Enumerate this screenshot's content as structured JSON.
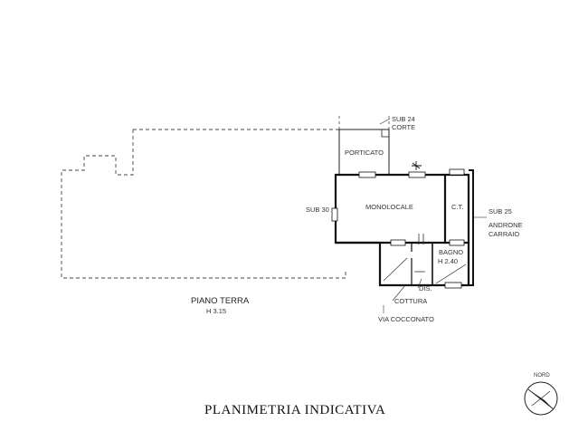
{
  "labels": {
    "sub24": "SUB 24",
    "corte": "CORTE",
    "porticato": "PORTICATO",
    "sub30": "SUB 30",
    "monolocale": "MONOLOCALE",
    "ct": "C.T.",
    "sub25": "SUB 25",
    "androne": "ANDRONE",
    "carraio": "CARRAIO",
    "bagno": "BAGNO",
    "bagno_h": "H 2.40",
    "dis": "DIS.",
    "cottura": "COTTURA",
    "via": "VIA COCCONATO",
    "piano": "PIANO TERRA",
    "piano_h": "H 3.15",
    "nord": "NORD"
  },
  "title": "PLANIMETRIA INDICATIVA"
}
